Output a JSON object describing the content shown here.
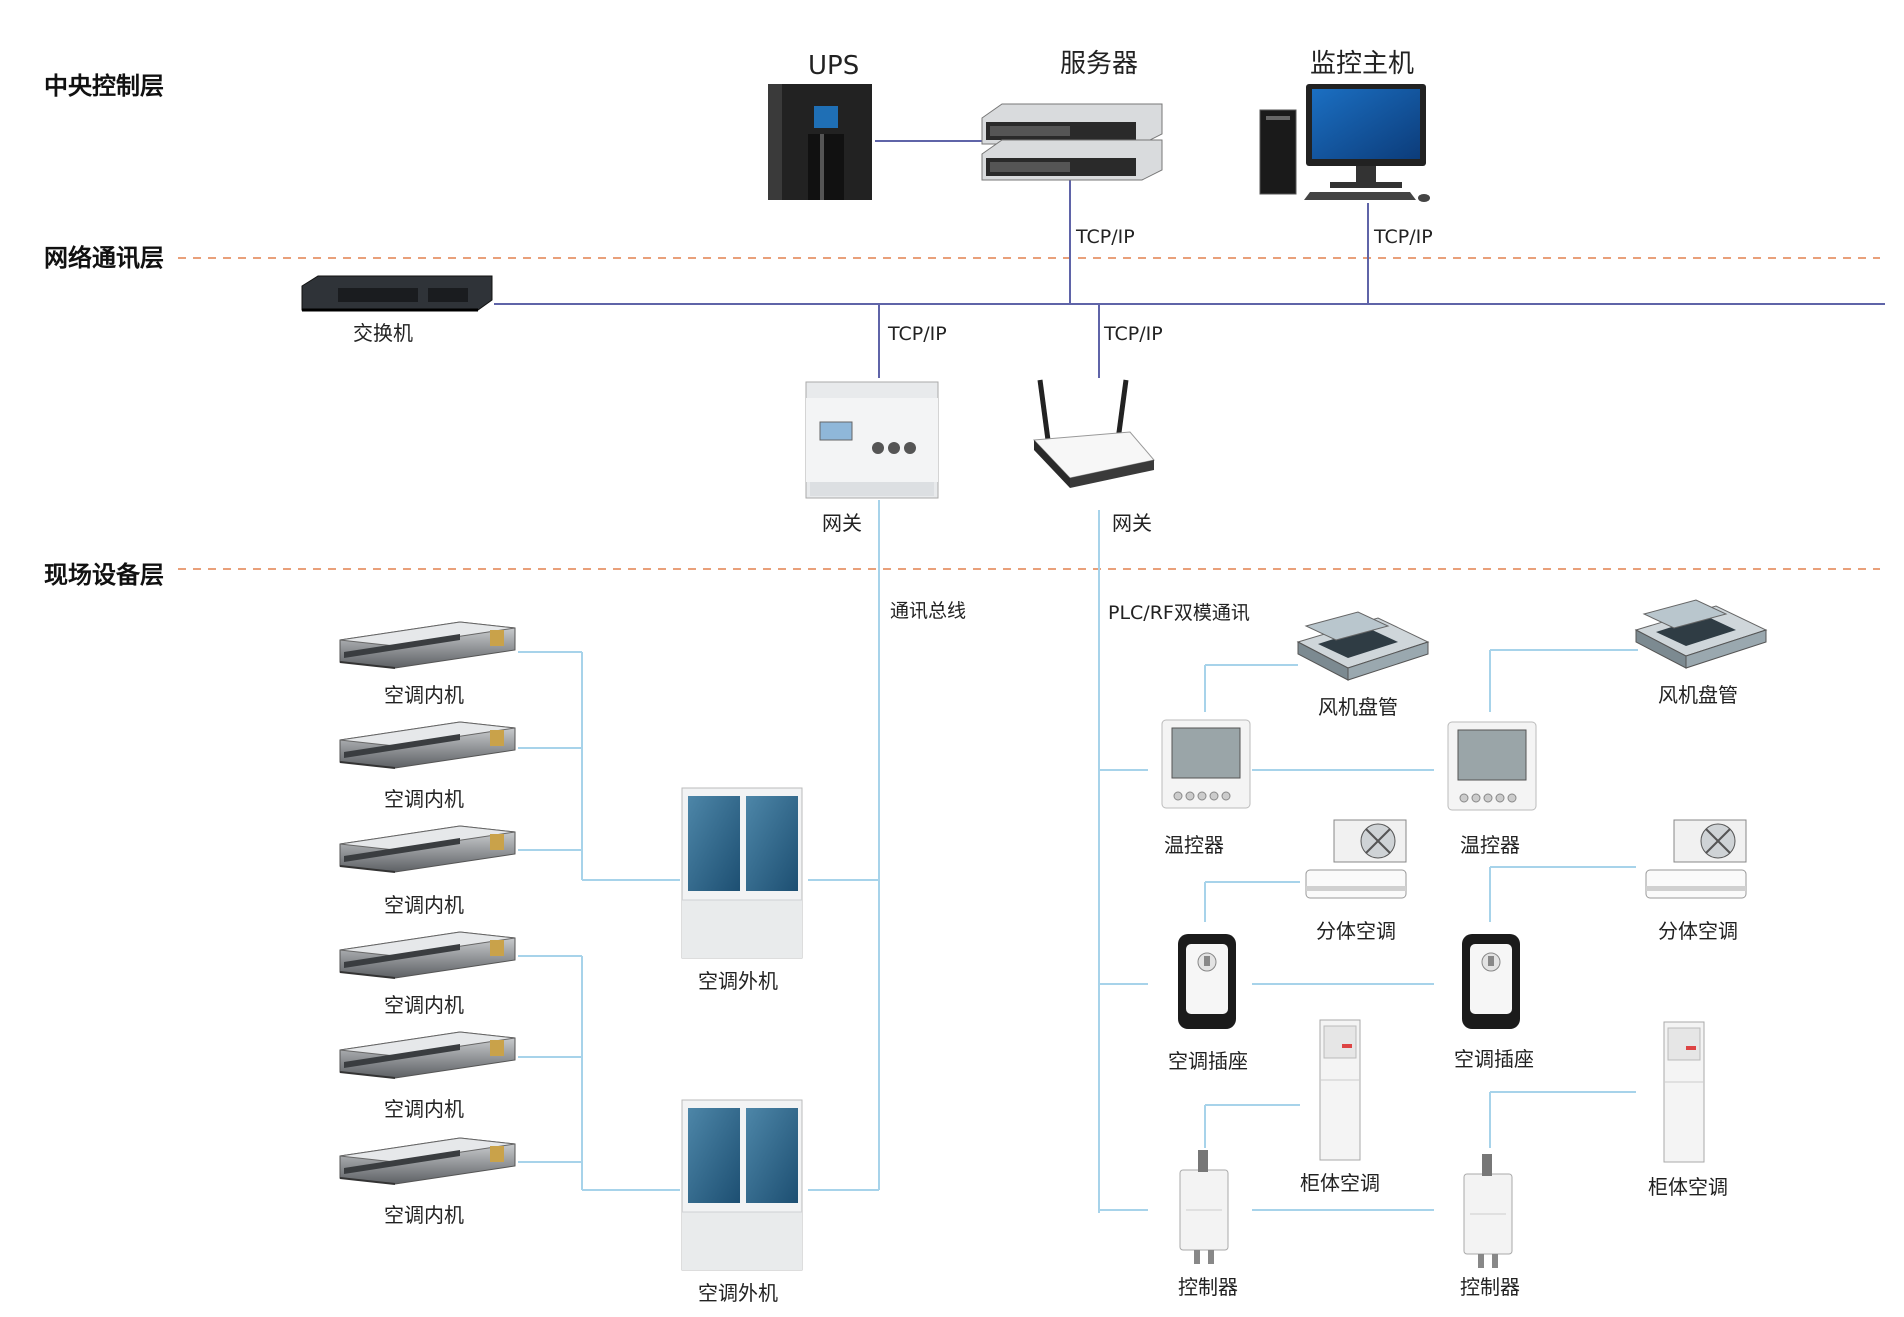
{
  "layers": {
    "central": "中央控制层",
    "network": "网络通讯层",
    "field": "现场设备层"
  },
  "top": {
    "ups": "UPS",
    "server": "服务器",
    "monitor": "监控主机"
  },
  "network": {
    "switch": "交换机",
    "tcp_server": "TCP/IP",
    "tcp_monitor": "TCP/IP",
    "tcp_gateway1": "TCP/IP",
    "tcp_gateway2": "TCP/IP",
    "gateway1": "网关",
    "gateway2": "网关"
  },
  "field": {
    "bus_label": "通讯总线",
    "plc_label": "PLC/RF双模通讯",
    "indoor": [
      "空调内机",
      "空调内机",
      "空调内机",
      "空调内机",
      "空调内机",
      "空调内机"
    ],
    "outdoor": [
      "空调外机",
      "空调外机"
    ],
    "fan_coil": [
      "风机盘管",
      "风机盘管"
    ],
    "thermostat": [
      "温控器",
      "温控器"
    ],
    "split_ac": [
      "分体空调",
      "分体空调"
    ],
    "socket": [
      "空调插座",
      "空调插座"
    ],
    "cabinet_ac": [
      "柜体空调",
      "柜体空调"
    ],
    "controller": [
      "控制器",
      "控制器"
    ]
  },
  "colors": {
    "network_line": "#5f64a8",
    "bus_line": "#a7d3ea",
    "layer_divider": "#e9a07a"
  },
  "icons": [
    "ups-icon",
    "server-icon",
    "computer-icon",
    "switch-icon",
    "gateway-module-icon",
    "router-icon",
    "indoor-unit-icon",
    "outdoor-unit-icon",
    "fan-coil-icon",
    "thermostat-icon",
    "split-ac-icon",
    "socket-icon",
    "cabinet-ac-icon",
    "controller-icon"
  ]
}
